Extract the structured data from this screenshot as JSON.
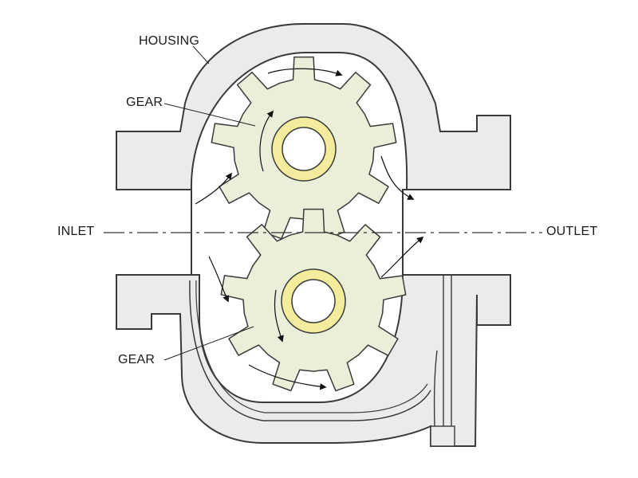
{
  "labels": {
    "housing": "HOUSING",
    "gear_top": "GEAR",
    "gear_bottom": "GEAR",
    "inlet": "INLET",
    "outlet": "OUTLET"
  },
  "colors": {
    "housing_fill": "#ebebeb",
    "housing_stroke": "#3a3a3a",
    "gear_fill": "#e9efd8",
    "bore_ring": "#f2ec9c",
    "arrow": "#111111",
    "background": "#ffffff"
  },
  "gears": {
    "teeth": 9
  }
}
